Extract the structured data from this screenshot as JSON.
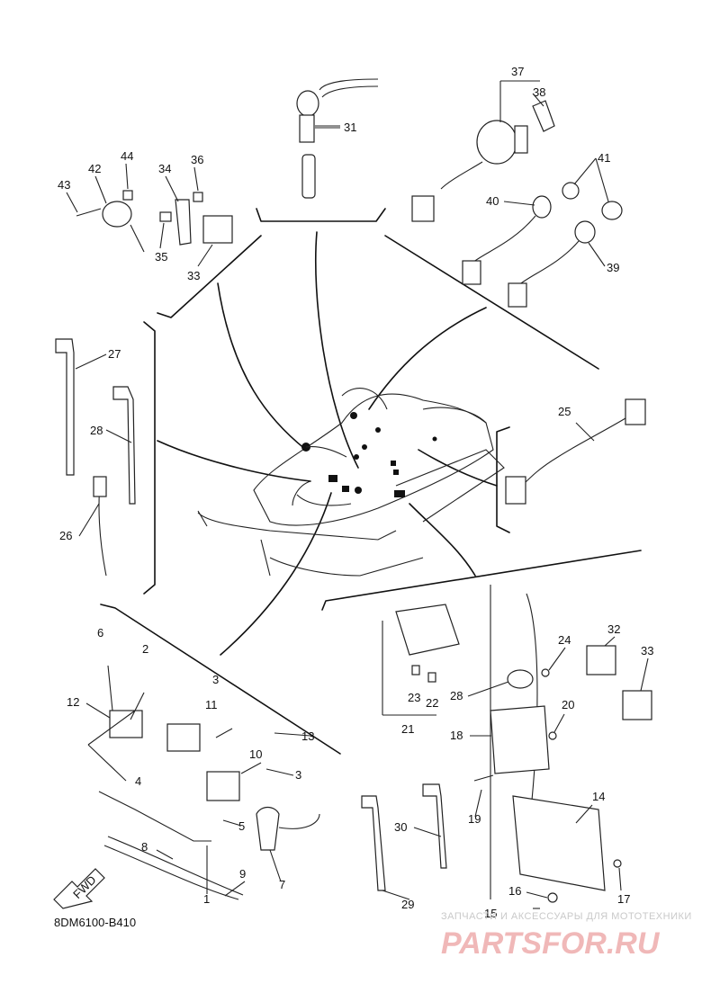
{
  "callouts": [
    "1",
    "2",
    "3",
    "3",
    "4",
    "5",
    "6",
    "7",
    "8",
    "9",
    "10",
    "11",
    "12",
    "13",
    "14",
    "15",
    "16",
    "17",
    "18",
    "19",
    "20",
    "21",
    "22",
    "23",
    "24",
    "25",
    "26",
    "27",
    "28",
    "28",
    "29",
    "30",
    "31",
    "32",
    "33",
    "33",
    "34",
    "35",
    "36",
    "37",
    "38",
    "39",
    "40",
    "41",
    "42",
    "43",
    "44"
  ],
  "diagram_code": "8DM6100-B410",
  "fwd_label": "FWD",
  "watermark": {
    "line1": "ЗАПЧАСТИ И АКСЕССУАРЫ ДЛЯ МОТОТЕХНИКИ",
    "line2": "PARTSFOR.RU"
  }
}
